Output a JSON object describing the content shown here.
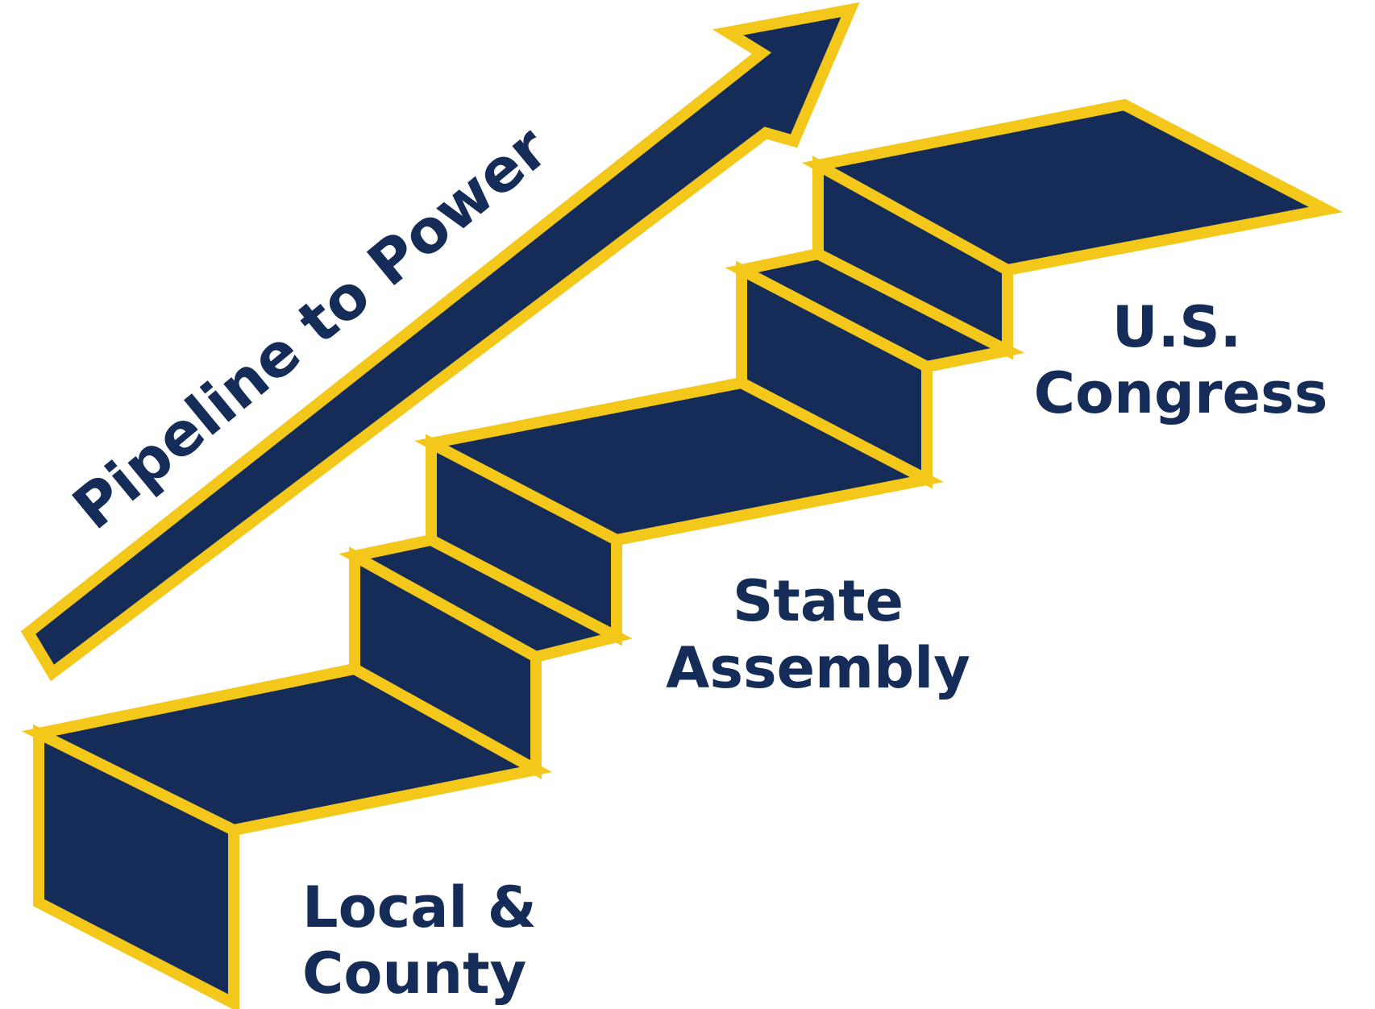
{
  "title": "Pipeline to Power",
  "levels": [
    {
      "line1": "Local &",
      "line2": "County"
    },
    {
      "line1": "State",
      "line2": "Assembly"
    },
    {
      "line1": "U.S.",
      "line2": "Congress"
    }
  ],
  "colors": {
    "background": "#ffffff",
    "navy": "#142c57",
    "gold": "#f4c81b",
    "text": "#142c57"
  },
  "icons": {
    "arrow": "up-right-arrow-icon",
    "staircase": "staircase-icon"
  }
}
